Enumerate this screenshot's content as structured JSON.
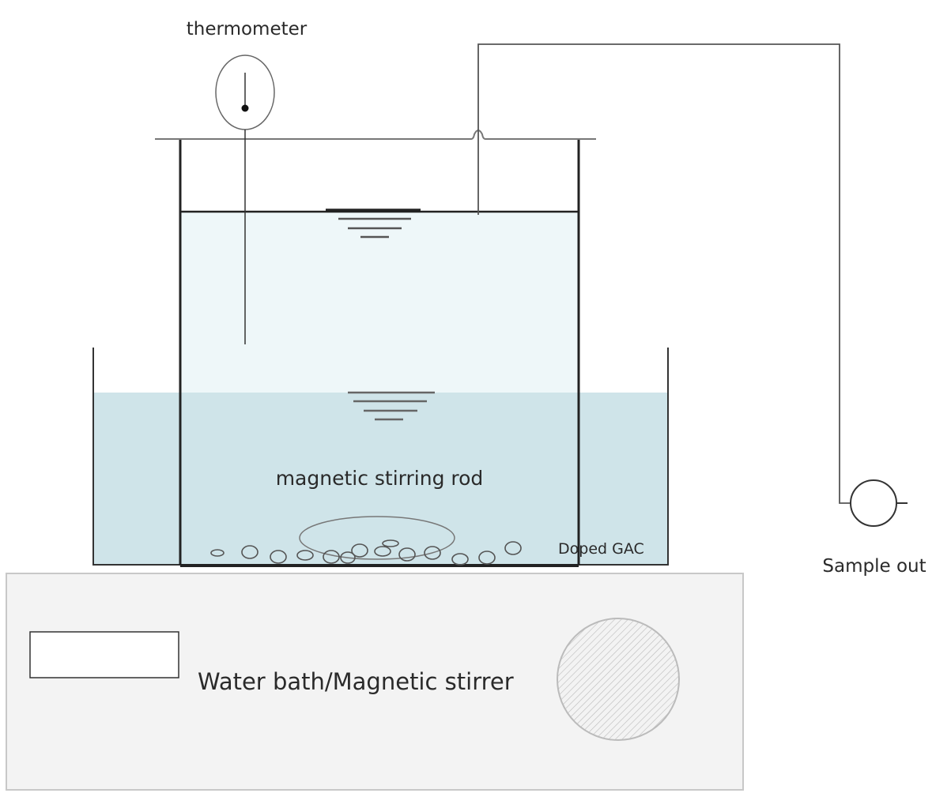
{
  "labels": {
    "thermometer": "thermometer",
    "stirring_rod": "magnetic stirring rod",
    "doped_gac": "Doped GAC",
    "sample_out": "Sample out",
    "stirrer": "Water bath/Magnetic stirrer"
  },
  "colors": {
    "bath_water": "#cfe4e9",
    "beaker_headspace_water": "#eef7f9",
    "stirrer_body": "#f3f3f3",
    "line": "#333333"
  }
}
